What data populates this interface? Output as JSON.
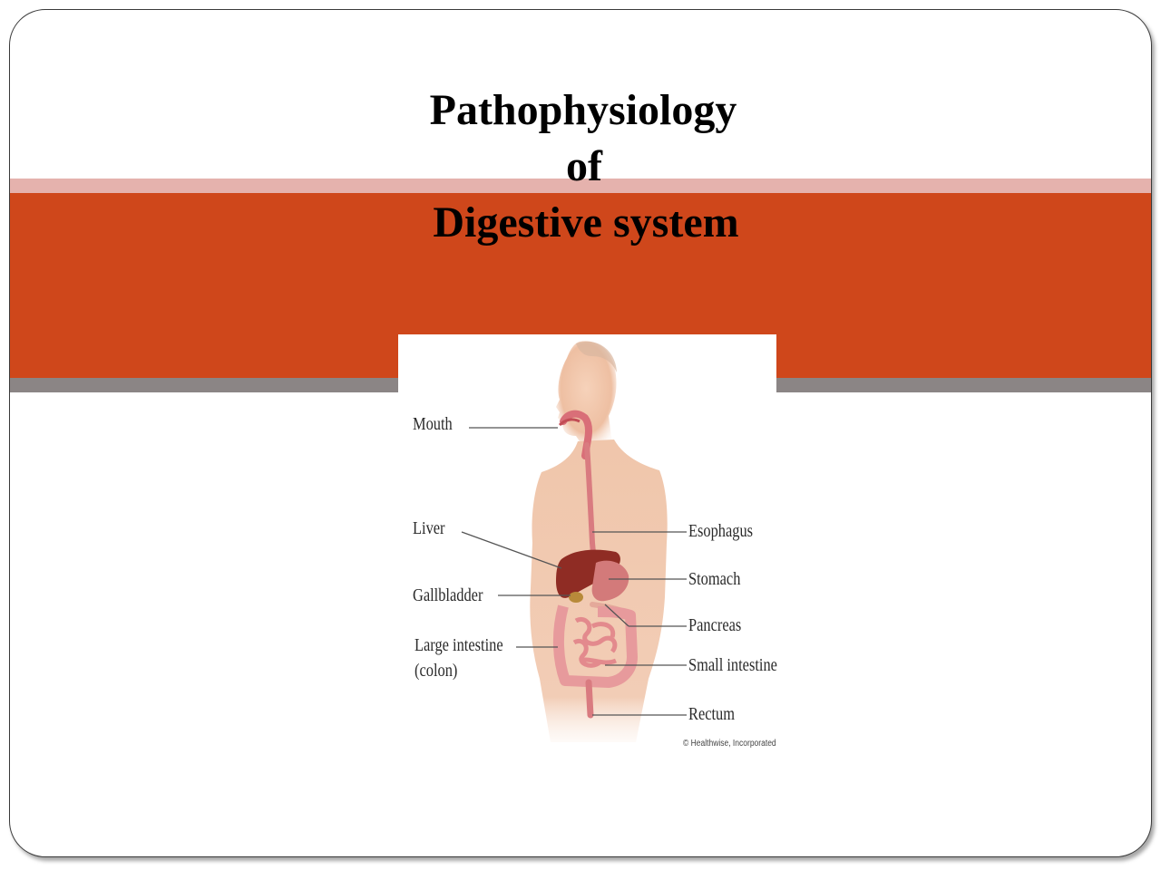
{
  "slide": {
    "title_line1": "Pathophysiology",
    "title_line2": "of",
    "title_line3": "Digestive system"
  },
  "figure": {
    "labels": {
      "mouth": "Mouth",
      "liver": "Liver",
      "gallbladder": "Gallbladder",
      "large_intestine_1": "Large intestine",
      "large_intestine_2": "(colon)",
      "esophagus": "Esophagus",
      "stomach": "Stomach",
      "pancreas": "Pancreas",
      "small_intestine": "Small intestine",
      "rectum": "Rectum"
    },
    "copyright": "© Healthwise, Incorporated"
  },
  "colors": {
    "band_main": "#cf471b",
    "band_pink": "#e5b2ad",
    "band_gray": "#8b8585"
  }
}
